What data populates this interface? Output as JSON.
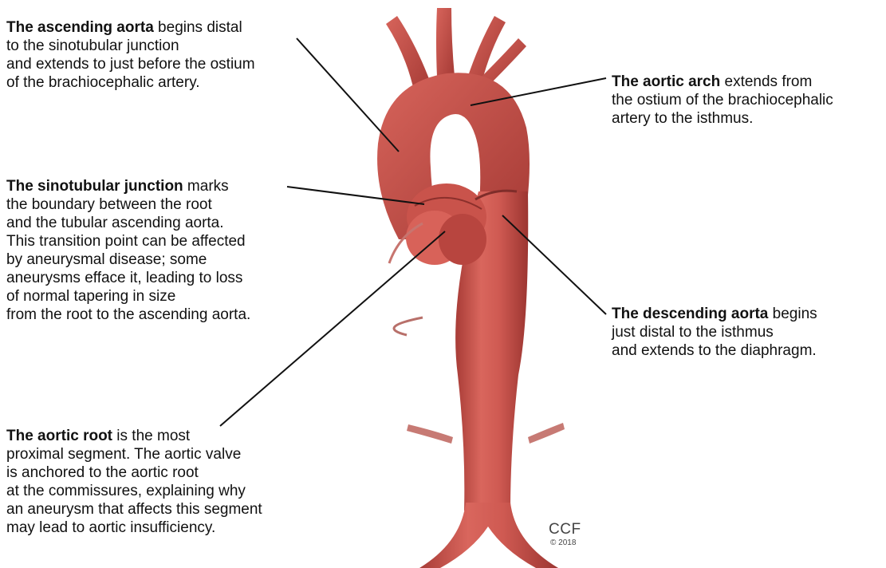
{
  "labels": {
    "ascending": {
      "bold": "The ascending aorta",
      "lines": [
        " begins distal",
        "to the sinotubular junction",
        "and extends to just before the ostium",
        "of the brachiocephalic artery."
      ]
    },
    "arch": {
      "bold": "The aortic arch",
      "lines": [
        " extends from",
        "the ostium of the brachiocephalic",
        "artery to the isthmus."
      ]
    },
    "stj": {
      "bold": "The sinotubular junction",
      "lines": [
        " marks",
        "the boundary between the root",
        "and the tubular ascending aorta.",
        "This transition point can be affected",
        "by aneurysmal disease; some",
        "aneurysms efface it, leading to loss",
        "of normal tapering in size",
        "from the root to the ascending aorta."
      ]
    },
    "descending": {
      "bold": "The descending aorta",
      "lines": [
        " begins",
        "just distal to the isthmus",
        "and extends to the diaphragm."
      ]
    },
    "root": {
      "bold": "The aortic root",
      "lines": [
        " is the most",
        "proximal segment. The aortic valve",
        "is anchored to the aortic root",
        "at the commissures, explaining why",
        "an aneurysm that affects this segment",
        "may lead to aortic insufficiency."
      ]
    }
  },
  "credit": {
    "mark": "CCF",
    "year": "© 2018"
  },
  "colors": {
    "vessel": "#c8504a",
    "vessel_dark": "#a33a36",
    "vessel_light": "#e07d73",
    "line": "#111111"
  }
}
